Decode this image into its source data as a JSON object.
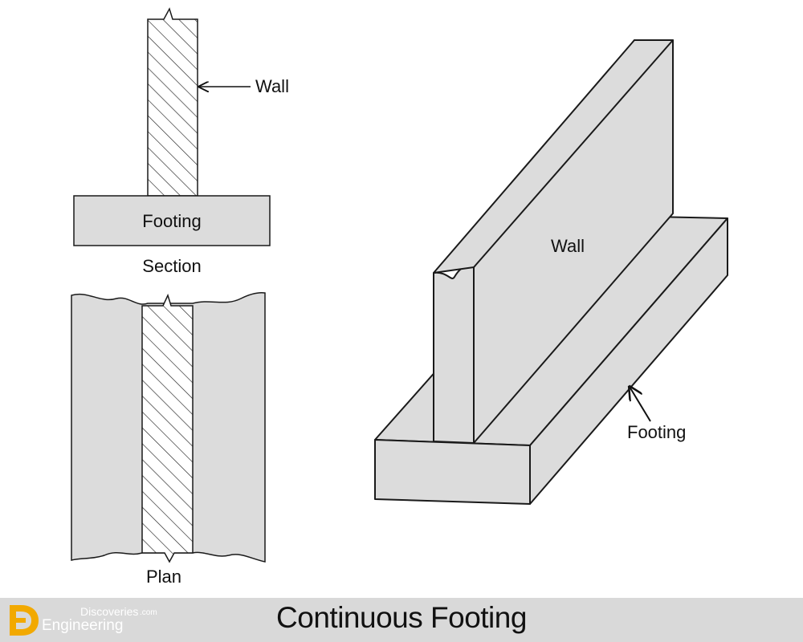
{
  "diagram": {
    "section_view": {
      "wall_label": "Wall",
      "footing_label": "Footing",
      "caption": "Section"
    },
    "plan_view": {
      "caption": "Plan"
    },
    "isometric_view": {
      "wall_label": "Wall",
      "footing_label": "Footing"
    }
  },
  "footer": {
    "title": "Continuous Footing",
    "logo_top": "Discoveries",
    "logo_top_suffix": ".com",
    "logo_bottom": "Engineering"
  },
  "colors": {
    "fill": "#dcdcdc",
    "stroke": "#1a1a1a",
    "footer_bg": "#d9d9d9",
    "logo_accent": "#f2a900"
  }
}
